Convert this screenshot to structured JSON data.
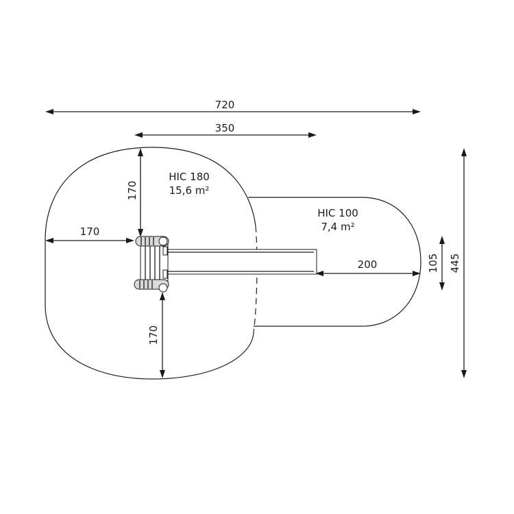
{
  "dimensions": {
    "total_width": "720",
    "slide_span": "350",
    "top_offset": "170",
    "left_offset": "170",
    "bottom_offset": "170",
    "runout": "200",
    "runout_width": "105",
    "total_depth": "445"
  },
  "zones": {
    "large": {
      "hic": "HIC 180",
      "area": "15,6 m²"
    },
    "small": {
      "hic": "HIC 100",
      "area": "7,4 m²"
    }
  }
}
